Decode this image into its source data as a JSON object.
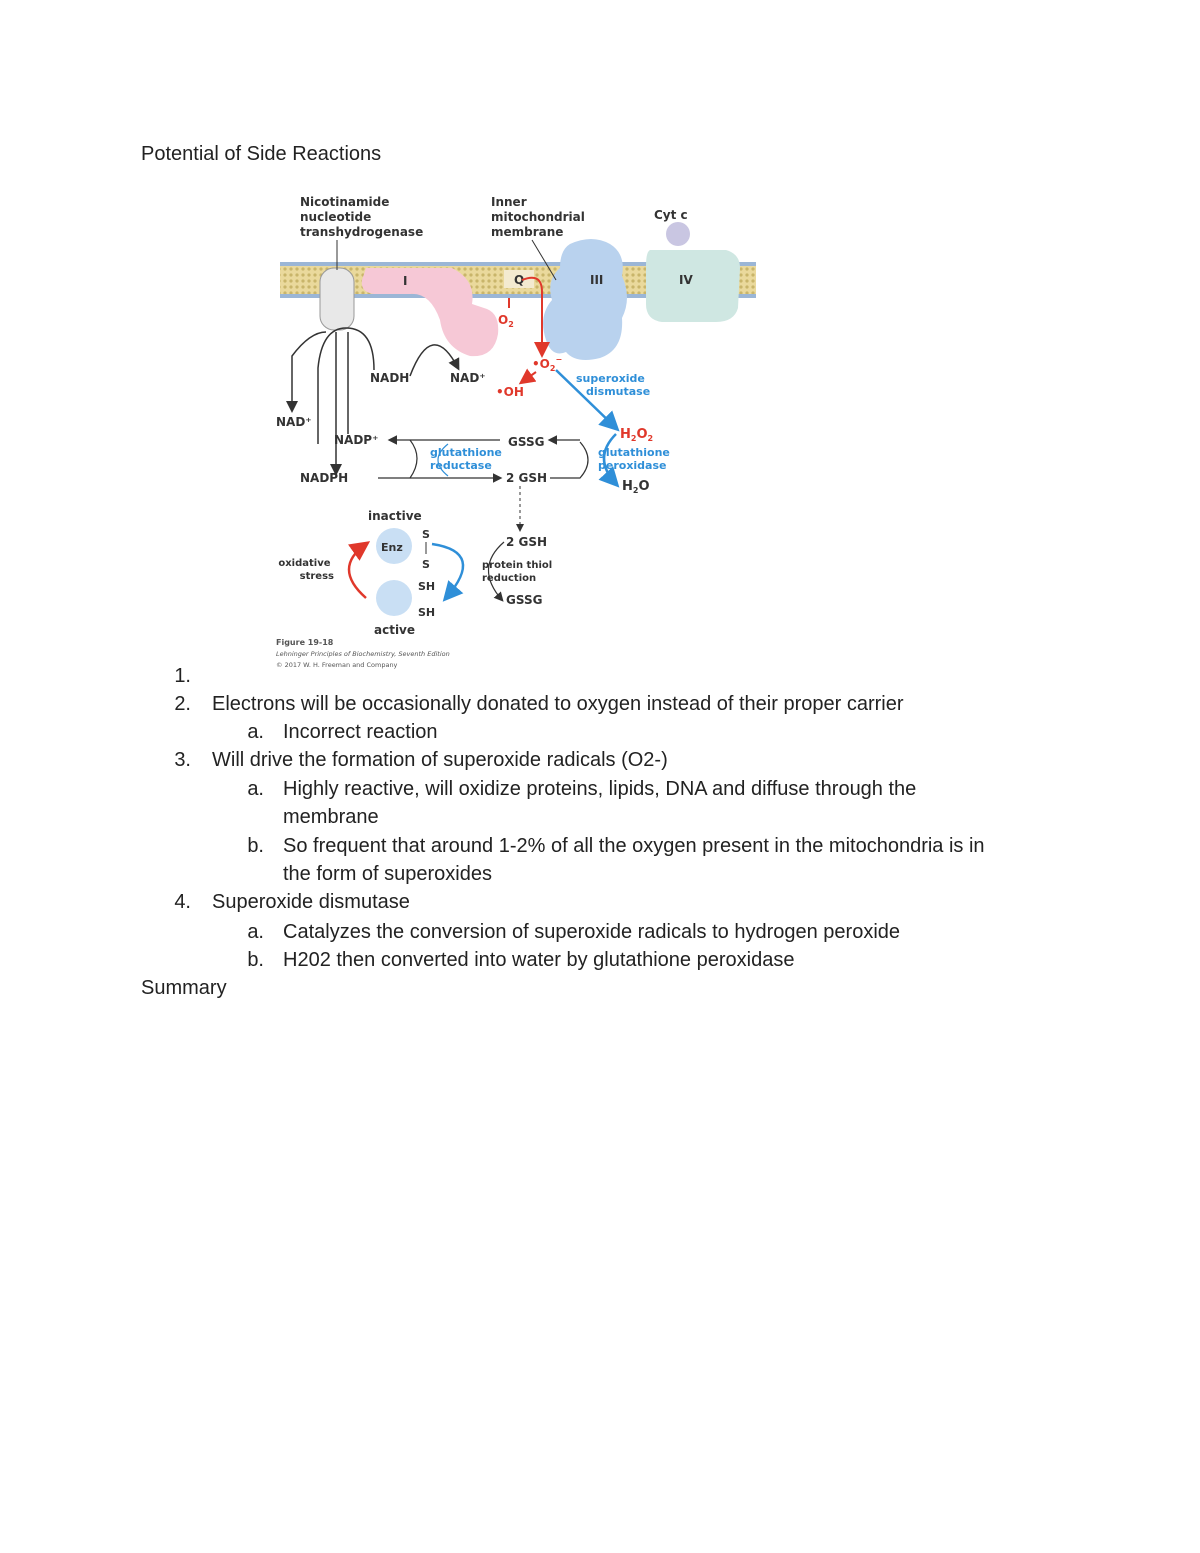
{
  "document": {
    "heading": "Potential of Side Reactions",
    "summary_label": "Summary"
  },
  "figure": {
    "labels": {
      "transhydrogenase": [
        "Nicotinamide",
        "nucleotide",
        "transhydrogenase"
      ],
      "membrane": [
        "Inner",
        "mitochondrial",
        "membrane"
      ],
      "cyt_c": "Cyt c",
      "complex_1": "I",
      "complex_3": "III",
      "complex_4": "IV",
      "q": "Q",
      "o2": "O",
      "o2_sub": "2",
      "superoxide": "•O",
      "superoxide_sub": "2",
      "superoxide_sup": "−",
      "hydroxyl": "•OH",
      "sod": [
        "superoxide",
        "dismutase"
      ],
      "nadh": "NADH",
      "nad_plus_right": "NAD⁺",
      "nad_plus_left": "NAD⁺",
      "nadp_plus": "NADP⁺",
      "nadph": "NADPH",
      "gssg_top": "GSSG",
      "gsh_top": "2 GSH",
      "glutathione_reductase": [
        "glutathione",
        "reductase"
      ],
      "h2o2": "H",
      "h2o2_rest": "O",
      "glutathione_peroxidase": [
        "glutathione",
        "peroxidase"
      ],
      "h2o": "H",
      "h2o_rest": "O",
      "inactive": "inactive",
      "active": "active",
      "enz": "Enz",
      "s_top": "S",
      "s_bottom": "S",
      "sh_top": "SH",
      "sh_bottom": "SH",
      "oxidative_stress": [
        "oxidative",
        "stress"
      ],
      "gsh_bottom": "2 GSH",
      "protein_thiol": [
        "protein thiol",
        "reduction"
      ],
      "gssg_bottom": "GSSG",
      "caption": [
        "Figure 19-18",
        "Lehninger Principles of Biochemistry, Seventh Edition",
        "© 2017 W. H. Freeman and Company"
      ]
    },
    "colors": {
      "membrane": "#e8d79a",
      "complex_1": "#f6c8d6",
      "complex_3": "#b9d2ee",
      "complex_4": "#cfe7e2",
      "cyt_c": "#c9c6e2",
      "transhydrogenase": "#e8e8e8",
      "red": "#e0382b",
      "blue": "#2f8fd8",
      "enzyme": "#c9dff4"
    }
  },
  "list": [
    {
      "marker": "1.",
      "text": ""
    },
    {
      "marker": "2.",
      "text": "Electrons will be occasionally donated to oxygen instead of their proper carrier",
      "sub": [
        {
          "marker": "a.",
          "lines": [
            "Incorrect reaction"
          ]
        }
      ]
    },
    {
      "marker": "3.",
      "text": "Will drive the formation of superoxide radicals (O2-)",
      "sub": [
        {
          "marker": "a.",
          "lines": [
            "Highly reactive, will oxidize proteins, lipids, DNA and diffuse through the",
            "membrane"
          ]
        },
        {
          "marker": "b.",
          "lines": [
            "So frequent that around 1-2% of all the oxygen present in the mitochondria is in",
            "the form of superoxides"
          ]
        }
      ]
    },
    {
      "marker": "4.",
      "text": "Superoxide dismutase",
      "sub": [
        {
          "marker": "a.",
          "lines": [
            "Catalyzes the conversion of superoxide radicals to hydrogen peroxide"
          ]
        },
        {
          "marker": "b.",
          "lines": [
            "H202 then converted into water by glutathione peroxidase"
          ]
        }
      ]
    }
  ]
}
